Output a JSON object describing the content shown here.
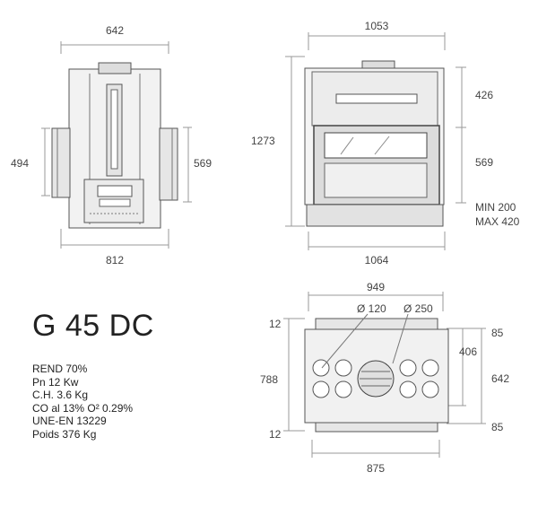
{
  "model": "G 45 DC",
  "specs": [
    "REND 70%",
    "Pn 12 Kw",
    "C.H. 3.6 Kg",
    "CO al 13% O² 0.29%",
    "UNE-EN 13229",
    "Poids 376 Kg"
  ],
  "side_view": {
    "top_width": "642",
    "bottom_width": "812",
    "left_height": "494",
    "right_height": "569"
  },
  "front_view": {
    "top_width": "1053",
    "bottom_width": "1064",
    "total_height": "1273",
    "upper_height": "426",
    "lower_height": "569",
    "min_label": "MIN 200",
    "max_label": "MAX 420"
  },
  "top_view": {
    "top_width": "949",
    "bottom_width": "875",
    "small_duct": "Ø 120",
    "large_duct": "Ø 250",
    "left_top_margin": "12",
    "left_height": "788",
    "left_bottom_margin": "12",
    "right_top": "85",
    "right_inner": "406",
    "right_height": "642",
    "right_bottom": "85"
  }
}
